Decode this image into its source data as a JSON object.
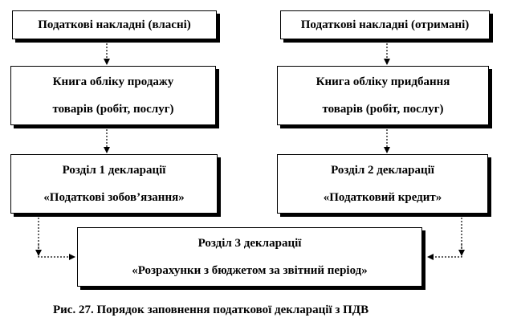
{
  "diagram": {
    "boxes": {
      "invoices_own": {
        "lines": [
          "Податкові накладні (власні)"
        ]
      },
      "invoices_received": {
        "lines": [
          "Податкові накладні (отримані)"
        ]
      },
      "sales_book": {
        "lines": [
          "Книга обліку продажу",
          "товарів (робіт, послуг)"
        ]
      },
      "purchases_book": {
        "lines": [
          "Книга обліку придбання",
          "товарів (робіт, послуг)"
        ]
      },
      "section_1": {
        "lines": [
          "Розділ 1 декларації",
          "«Податкові зобов’язання»"
        ]
      },
      "section_2": {
        "lines": [
          "Розділ 2 декларації",
          "«Податковий кредит»"
        ]
      },
      "section_3": {
        "lines": [
          "Розділ 3 декларації",
          "«Розрахунки з бюджетом за звітний період»"
        ]
      }
    },
    "caption": "Рис. 27. Порядок заповнення податкової декларації з ПДВ",
    "colors": {
      "line": "#000000",
      "background": "#ffffff"
    },
    "connectors": [
      {
        "from": "invoices_own",
        "to": "sales_book",
        "style": "dotted-arrow"
      },
      {
        "from": "invoices_received",
        "to": "purchases_book",
        "style": "dotted-arrow"
      },
      {
        "from": "sales_book",
        "to": "section_1",
        "style": "dotted-arrow"
      },
      {
        "from": "purchases_book",
        "to": "section_2",
        "style": "dotted-arrow"
      },
      {
        "from": "section_1",
        "to": "section_3",
        "style": "dotted-elbow-arrow"
      },
      {
        "from": "section_2",
        "to": "section_3",
        "style": "dotted-elbow-arrow"
      }
    ]
  }
}
